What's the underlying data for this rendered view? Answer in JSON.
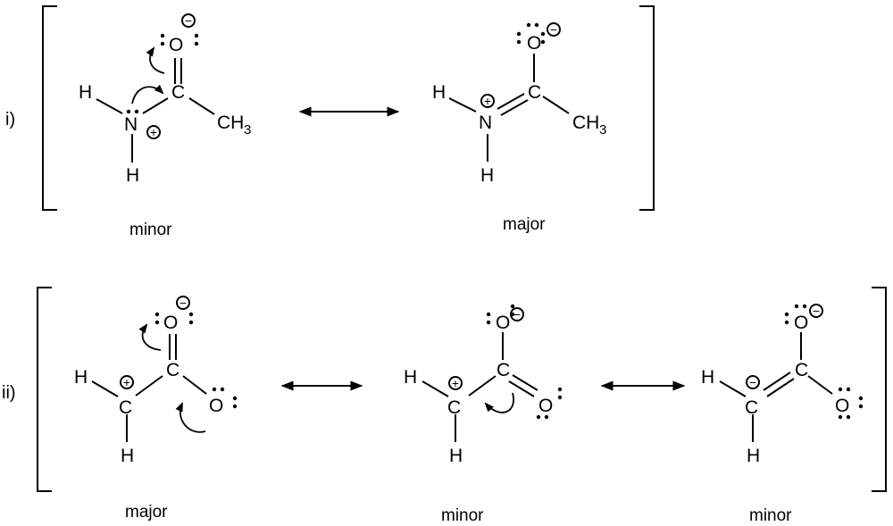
{
  "rows": [
    {
      "label": "i)",
      "structures": [
        {
          "caption": "minor",
          "atoms": {
            "O": "O",
            "C": "C",
            "N": "N",
            "H1": "H",
            "H2": "H",
            "CH": "CH",
            "sub3": "3"
          },
          "charges": {
            "N": "+",
            "O": "−"
          }
        },
        {
          "caption": "major",
          "atoms": {
            "O": "O",
            "C": "C",
            "N": "N",
            "H1": "H",
            "H2": "H",
            "CH": "CH",
            "sub3": "3"
          },
          "charges": {
            "N": "+",
            "O": "−"
          }
        }
      ]
    },
    {
      "label": "ii)",
      "structures": [
        {
          "caption": "major",
          "atoms": {
            "O1": "O",
            "O2": "O",
            "C1": "C",
            "C2": "C",
            "H1": "H",
            "H2": "H"
          },
          "charges": {
            "C1": "+",
            "O1": "−"
          }
        },
        {
          "caption": "minor",
          "atoms": {
            "O1": "O",
            "O2": "O",
            "C1": "C",
            "C2": "C",
            "H1": "H",
            "H2": "H"
          },
          "charges": {
            "C1": "+",
            "O1": "−"
          }
        },
        {
          "caption": "minor",
          "atoms": {
            "O1": "O",
            "O2": "O",
            "C1": "C",
            "C2": "C",
            "H1": "H",
            "H2": "H"
          },
          "charges": {
            "C1": "−",
            "O1": "−"
          }
        }
      ]
    }
  ]
}
